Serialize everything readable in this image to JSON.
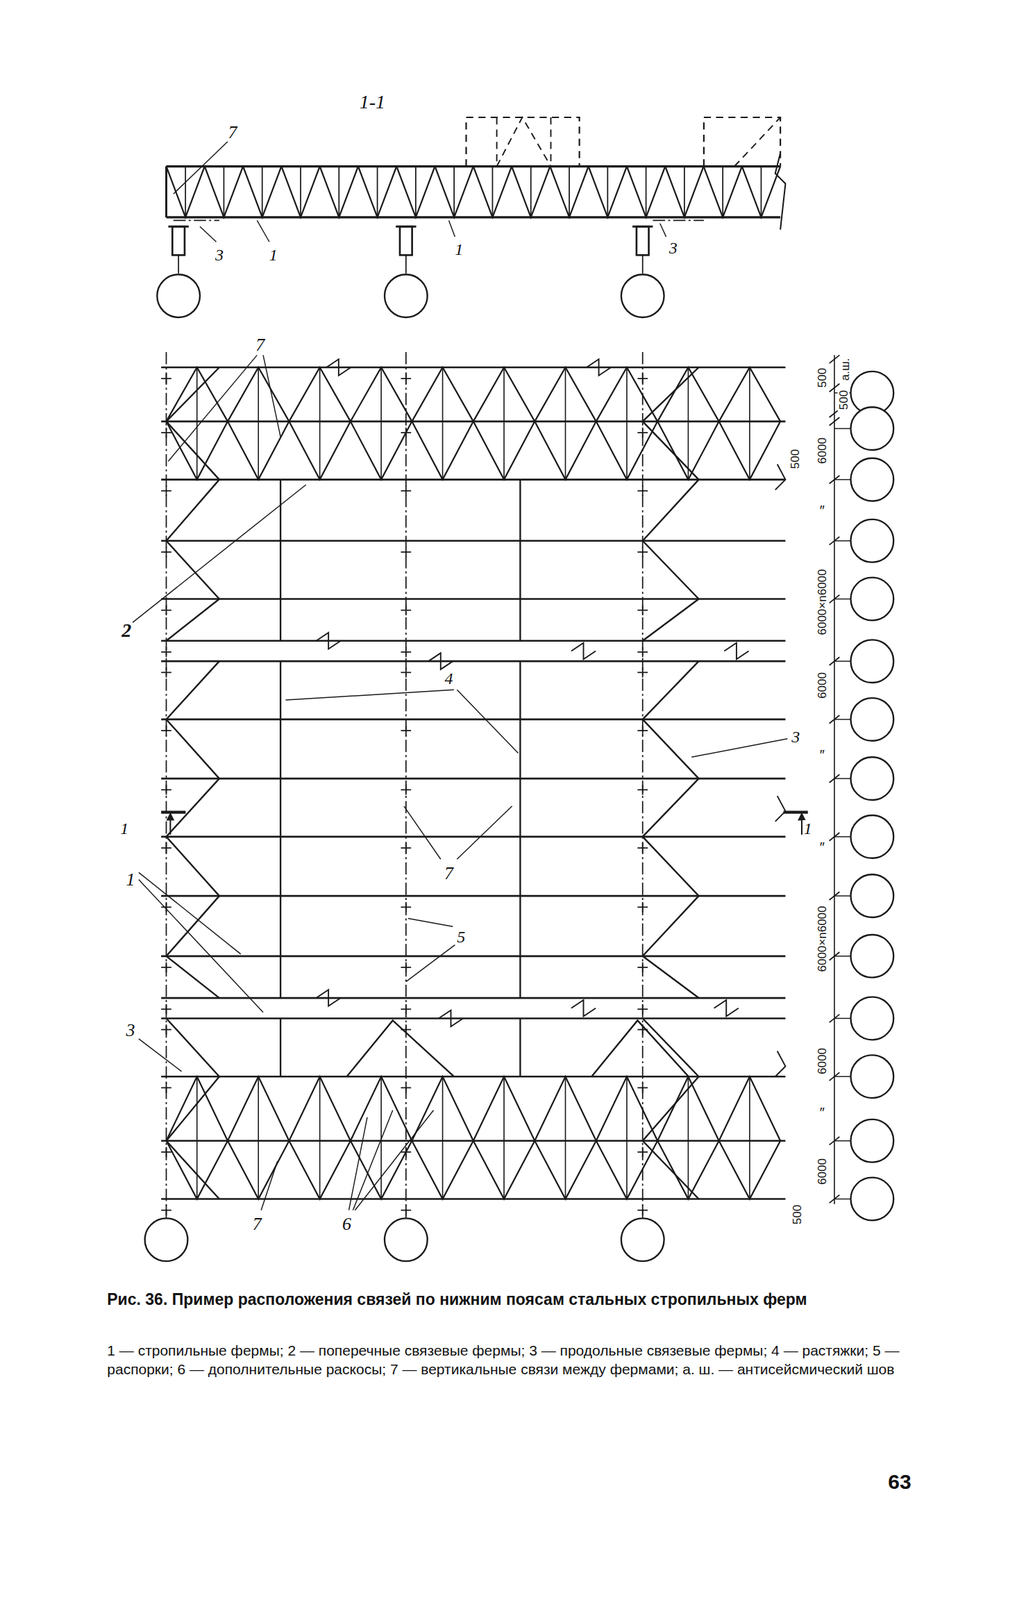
{
  "diagram": {
    "caption": "Рис. 36. Пример расположения связей по нижним поясам стальных стропильных ферм",
    "labels": [
      "1-1",
      "7",
      "3",
      "1",
      "1",
      "3",
      "7",
      "2",
      "4",
      "3",
      "1",
      "1",
      "7",
      "1",
      "5",
      "3",
      "7",
      "6",
      "500",
      "500",
      "а.ш.",
      "500",
      "6000",
      "″",
      "6000×n6000",
      "6000",
      "″",
      "″",
      "6000×n6000",
      "6000",
      "″",
      "6000",
      "500",
      "1 — стропильные фермы; 2 — поперечные связевые фермы; 3 — продольные связевые фермы; 4 — растяжки; 5 — распорки; 6 — дополнительные раскосы; 7 — вертикальные связи между фермами; а. ш. — антисейсмический шов",
      "63"
    ]
  }
}
